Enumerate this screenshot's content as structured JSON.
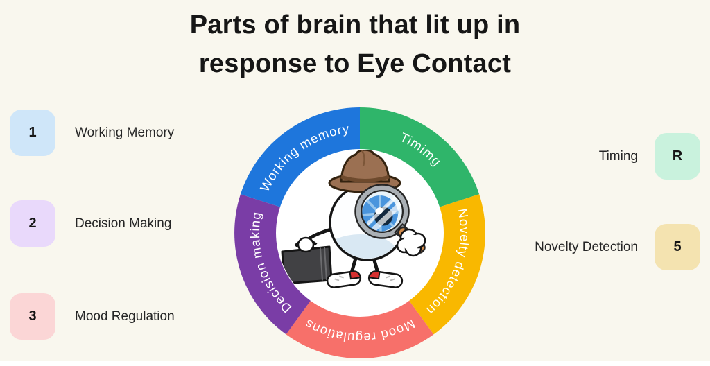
{
  "page": {
    "background": "#f9f7ee",
    "bottom_strip_color": "#ffffff"
  },
  "title": {
    "line1": "Parts of brain that lit up in",
    "line2": "response to Eye Contact",
    "color": "#161616"
  },
  "left_items": [
    {
      "number": "1",
      "label": "Working Memory",
      "badge_color": "#cfe6f9"
    },
    {
      "number": "2",
      "label": "Decision Making",
      "badge_color": "#e9d9fb"
    },
    {
      "number": "3",
      "label": "Mood Regulation",
      "badge_color": "#fbd6d6"
    }
  ],
  "right_items": [
    {
      "number": "R",
      "label": "Timing",
      "badge_color": "#c9f2dd"
    },
    {
      "number": "5",
      "label": "Novelty Detection",
      "badge_color": "#f4e3b0"
    }
  ],
  "diagram": {
    "type": "donut-wheel",
    "center_mascot": "eyeball-detective-cartoon: eyeball with brown fedora hat, magnifying glass over blue iris, white gloves, dark briefcase, red-and-white sneakers",
    "hole_color": "#ffffff",
    "label_text_color": "#ffffff",
    "segments": [
      {
        "label": "Timimg",
        "color": "#2fb56a",
        "start_angle_deg": 0,
        "end_angle_deg": 72
      },
      {
        "label": "Novelty detection",
        "color": "#f9b800",
        "start_angle_deg": 72,
        "end_angle_deg": 144
      },
      {
        "label": "Mood regulations",
        "color": "#f7706a",
        "start_angle_deg": 144,
        "end_angle_deg": 216
      },
      {
        "label": "Decision making",
        "color": "#7a3da6",
        "start_angle_deg": 216,
        "end_angle_deg": 288
      },
      {
        "label": "Working memory",
        "color": "#1e76dc",
        "start_angle_deg": 288,
        "end_angle_deg": 360
      }
    ]
  }
}
